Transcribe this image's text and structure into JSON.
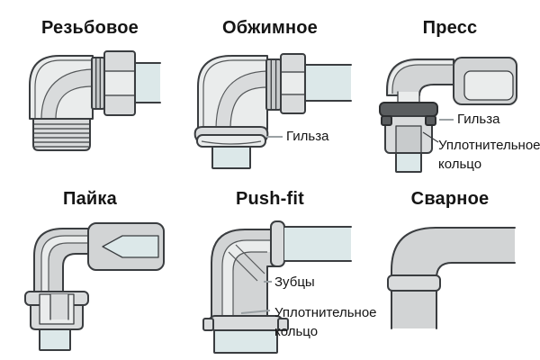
{
  "figure": {
    "background": "#ffffff",
    "description_rows": 2,
    "description_cols": 3
  },
  "colors": {
    "outline": "#3a3d40",
    "metal": "#d2d4d5",
    "metal_mid": "#d9dbdc",
    "metal_dark": "#c8cbcc",
    "metal_light": "#eaecec",
    "pipe": "#dce8e9",
    "dark_collar": "#5a5d5f",
    "leader": "#9aa0a3",
    "text": "#141414"
  },
  "panels": [
    {
      "title": "Резьбовое",
      "icon": "elbow-fitting-threaded-illustration",
      "callouts": []
    },
    {
      "title": "Обжимное",
      "icon": "elbow-fitting-compression-illustration",
      "callouts": [
        {
          "label": "Гильза"
        }
      ]
    },
    {
      "title": "Пресс",
      "icon": "elbow-fitting-press-illustration",
      "callouts": [
        {
          "label": "Гильза"
        },
        {
          "label": "Уплотнительное кольцо"
        }
      ]
    },
    {
      "title": "Пайка",
      "icon": "elbow-fitting-solder-illustration",
      "callouts": []
    },
    {
      "title": "Push-fit",
      "icon": "elbow-fitting-pushfit-illustration",
      "callouts": [
        {
          "label": "Зубцы"
        },
        {
          "label": "Уплотнительное кольцо"
        }
      ]
    },
    {
      "title": "Сварное",
      "icon": "elbow-fitting-welded-illustration",
      "callouts": []
    }
  ]
}
